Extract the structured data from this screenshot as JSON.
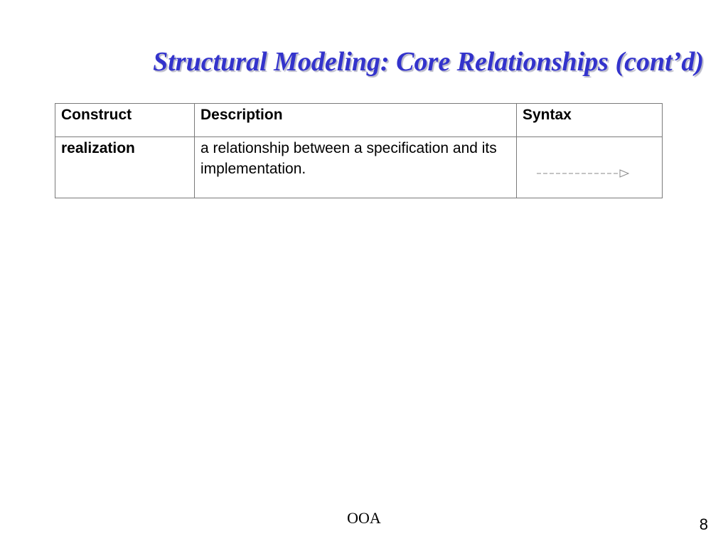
{
  "slide": {
    "title": "Structural Modeling: Core Relationships (cont’d)",
    "footer": "OOA",
    "page_number": "8"
  },
  "table": {
    "headers": [
      "Construct",
      "Description",
      "Syntax"
    ],
    "rows": [
      {
        "construct": "realization",
        "description": "a relationship between a specification and its implementation.",
        "syntax_icon": "realization-arrow-icon"
      }
    ]
  },
  "colors": {
    "title": "#3333cc",
    "title_shadow": "#b8b8c8",
    "table_border": "#7a7a7a",
    "arrow": "#8a8a8a"
  }
}
